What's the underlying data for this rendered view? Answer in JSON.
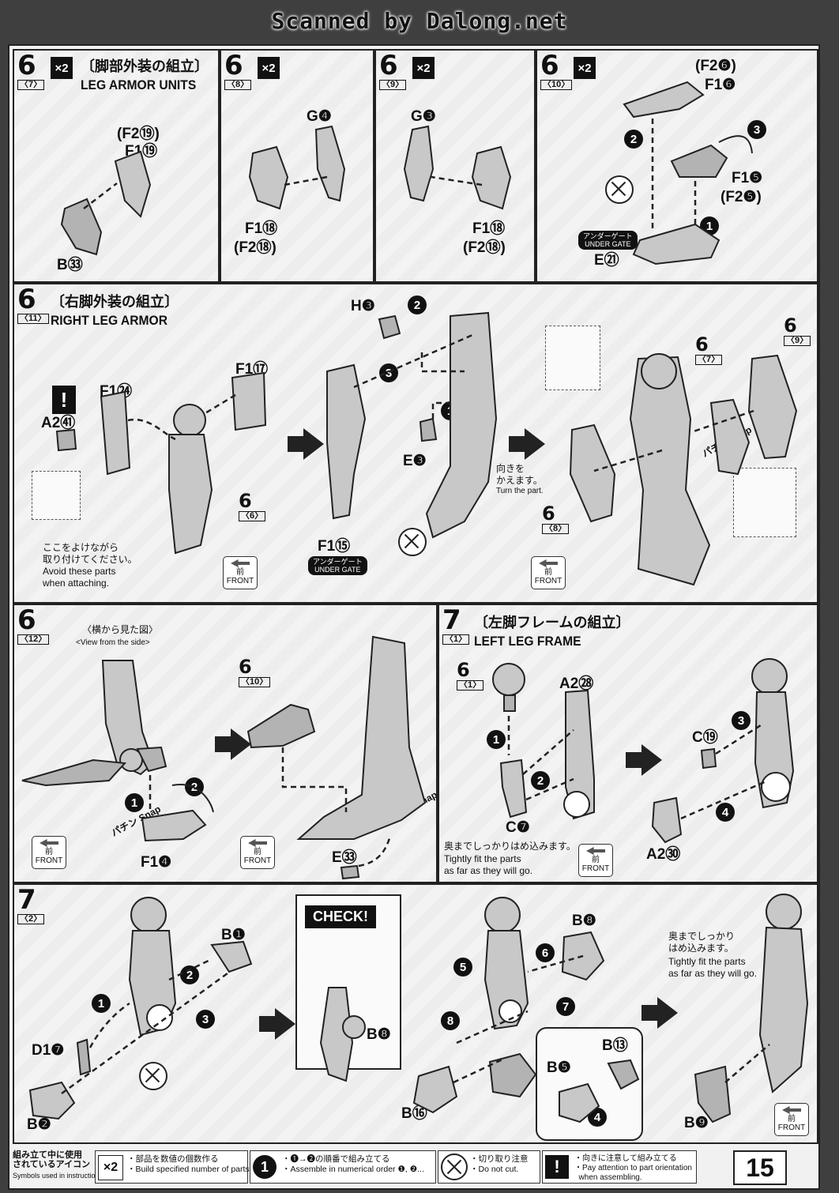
{
  "scanner_banner": "Scanned by Dalong.net",
  "page_number": "15",
  "panels": {
    "p6_7": {
      "step": "6",
      "sub": "〈7〉",
      "times": "×2",
      "title_jp": "〔脚部外装の組立〕",
      "title_en": "LEG ARMOR UNITS",
      "labels": [
        "(F2⑲)",
        "F1⑲",
        "B㉝"
      ]
    },
    "p6_8": {
      "step": "6",
      "sub": "〈8〉",
      "times": "×2",
      "labels": [
        "G❹",
        "F1⑱",
        "(F2⑱)"
      ]
    },
    "p6_9": {
      "step": "6",
      "sub": "〈9〉",
      "times": "×2",
      "labels": [
        "G❸",
        "F1⑱",
        "(F2⑱)"
      ]
    },
    "p6_10": {
      "step": "6",
      "sub": "〈10〉",
      "times": "×2",
      "labels": [
        "(F2❻)",
        "F1❻",
        "F1❺",
        "(F2❺)",
        "E㉑"
      ],
      "gate_jp": "アンダーゲート",
      "gate_en": "UNDER GATE"
    },
    "p6_11": {
      "step": "6",
      "sub": "〈11〉",
      "title_jp": "〔右脚外装の組立〕",
      "title_en": "RIGHT LEG ARMOR",
      "labels": [
        "F1⑰",
        "F1㉔",
        "A2㊶",
        "H❸",
        "E❸",
        "F1⑮"
      ],
      "ref_6": "〈6〉",
      "ref_7": "〈7〉",
      "ref_8": "〈8〉",
      "ref_9": "〈9〉",
      "avoid_jp": "ここをよけながら\n取り付けてください。",
      "avoid_en": "Avoid these parts\nwhen attaching.",
      "turn_jp": "向きを\nかえます。",
      "turn_en": "Turn the part.",
      "gate_jp": "アンダーゲート",
      "gate_en": "UNDER GATE",
      "snap_jp": "パチン",
      "snap_en": "Snap",
      "front_jp": "前",
      "front_en": "FRONT"
    },
    "p6_12": {
      "step": "6",
      "sub": "〈12〉",
      "view_jp": "〈横から見た図〉",
      "view_en": "<View from the side>",
      "labels": [
        "F1❹",
        "E㉝"
      ],
      "ref_10": "〈10〉",
      "snap_jp": "パチン",
      "snap_en": "Snap",
      "front_jp": "前",
      "front_en": "FRONT"
    },
    "p7_1": {
      "step": "7",
      "sub": "〈1〉",
      "title_jp": "〔左脚フレームの組立〕",
      "title_en": "LEFT LEG FRAME",
      "labels": [
        "A2㉘",
        "C❼",
        "C⑲",
        "A2㉚"
      ],
      "ref_1": "〈1〉",
      "tight_jp": "奥までしっかりはめ込みます。",
      "tight_en": "Tightly fit the parts\nas far as they will go.",
      "front_jp": "前",
      "front_en": "FRONT"
    },
    "p7_2": {
      "step": "7",
      "sub": "〈2〉",
      "labels": [
        "B❶",
        "D1❼",
        "B❷",
        "B❽",
        "B❽",
        "B⑬",
        "B❺",
        "B❾",
        "B⑯"
      ],
      "check": "CHECK!",
      "tight_jp": "奥までしっかり\nはめ込みます。",
      "tight_en": "Tightly fit the parts\nas far as they will go.",
      "front_jp": "前",
      "front_en": "FRONT"
    }
  },
  "footer": {
    "intro_jp": "組み立て中に使用\nされているアイコン",
    "intro_en": "Symbols used in instructions",
    "icon1_glyph": "×2",
    "icon1_jp": "・部品を数値の個数作る",
    "icon1_en": "・Build specified number of parts.",
    "icon2_glyph": "1",
    "icon2_jp": "・❶→❷の順番で組み立てる",
    "icon2_en": "・Assemble in numerical order ❶, ❷...",
    "icon3_jp": "・切り取り注意",
    "icon3_en": "・Do not cut.",
    "icon4_glyph": "!",
    "icon4_jp": "・向きに注意して組み立てる",
    "icon4_en": "・Pay attention to part orientation\n  when assembling."
  },
  "icons": [
    "times-two-icon",
    "numbered-step-icon",
    "no-cut-icon",
    "warning-icon",
    "front-arrow-icon",
    "big-right-arrow-icon"
  ]
}
